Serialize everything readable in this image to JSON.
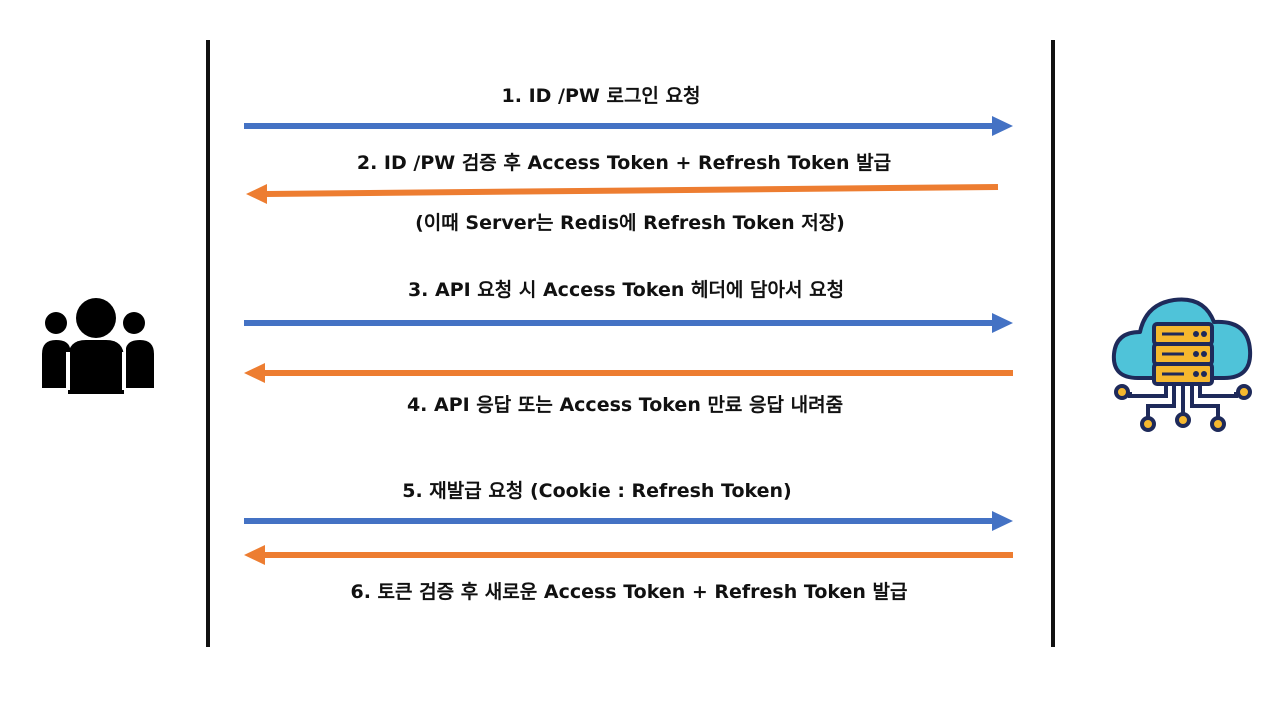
{
  "colors": {
    "request_arrow": "#4472c4",
    "response_arrow": "#ed7d31",
    "lifeline": "#111111",
    "cloud": "#4fc3d9",
    "server": "#f5b82e",
    "outline": "#1e2a5a"
  },
  "icons": {
    "client": "users-icon",
    "server": "cloud-server-icon"
  },
  "steps": [
    {
      "label": "1. ID /PW 로그인 요청",
      "direction": "client-to-server"
    },
    {
      "label": "2. ID /PW 검증 후 Access Token + Refresh Token 발급",
      "direction": "server-to-client"
    },
    {
      "label": "(이때 Server는 Redis에 Refresh Token 저장)",
      "direction": "note"
    },
    {
      "label": "3. API 요청 시 Access Token 헤더에 담아서 요청",
      "direction": "client-to-server"
    },
    {
      "label": "4. API 응답 또는 Access Token 만료 응답 내려줌",
      "direction": "server-to-client"
    },
    {
      "label": "5. 재발급 요청 (Cookie : Refresh Token)",
      "direction": "client-to-server"
    },
    {
      "label": "6. 토큰 검증 후 새로운 Access Token + Refresh Token 발급",
      "direction": "server-to-client"
    }
  ]
}
